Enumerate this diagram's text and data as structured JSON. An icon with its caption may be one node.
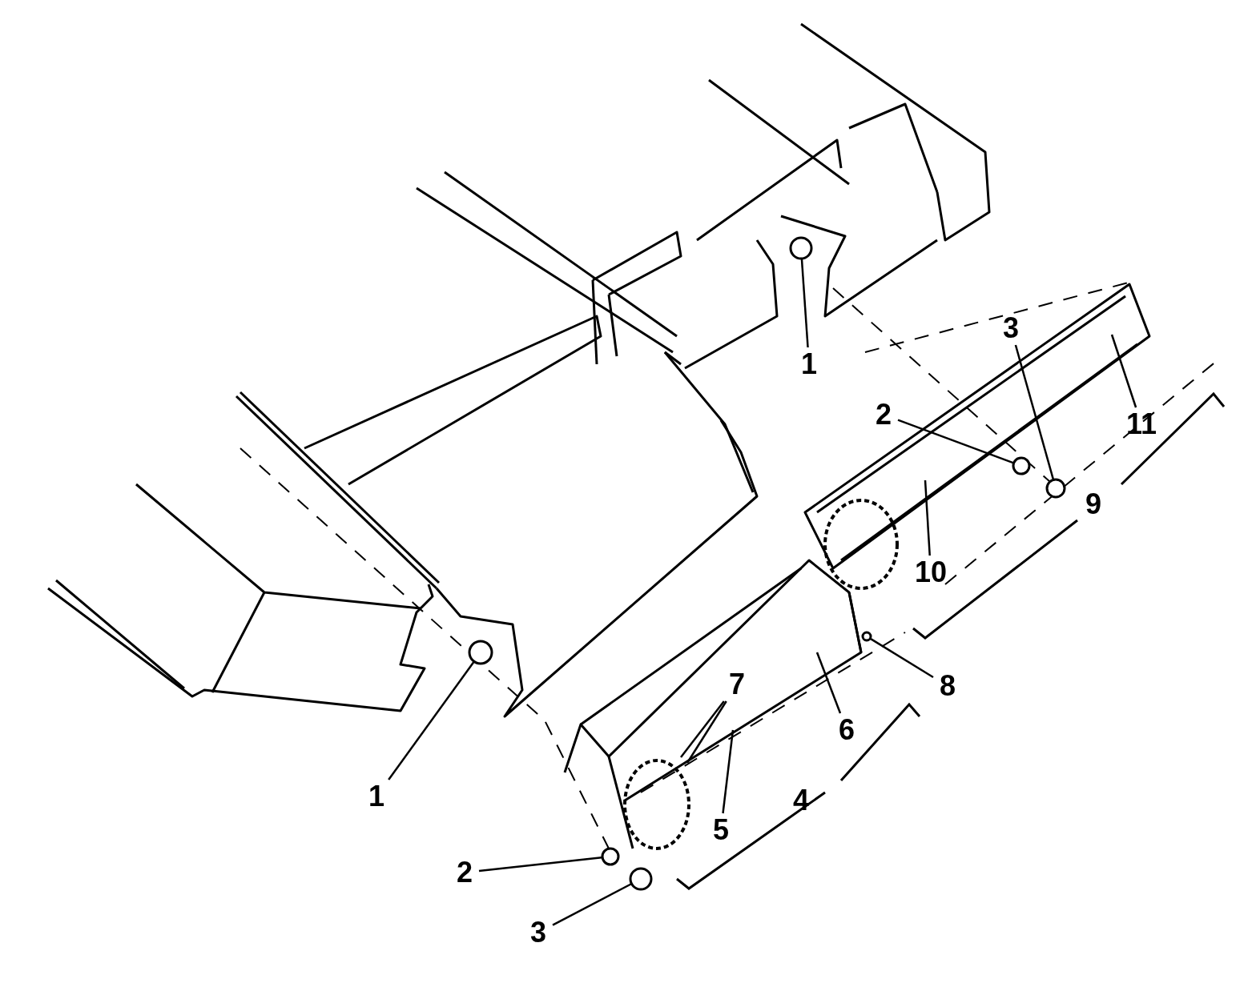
{
  "diagram": {
    "nodes": [
      {
        "text": [
          "3"
        ]
      },
      {
        "text": [
          "1"
        ]
      },
      {
        "text": [
          "2"
        ]
      },
      {
        "text": [
          "11"
        ]
      },
      {
        "text": [
          "10"
        ]
      },
      {
        "text": [
          "7"
        ]
      },
      {
        "text": [
          "8"
        ]
      },
      {
        "text": [
          "6"
        ]
      },
      {
        "text": [
          "1"
        ]
      },
      {
        "text": [
          "5"
        ]
      },
      {
        "text": [
          "2"
        ]
      },
      {
        "text": [
          "3"
        ]
      },
      {
        "text": [],
        "shape": "circle"
      },
      {
        "text": [],
        "shape": "circle"
      },
      {
        "text": [],
        "shape": "circle"
      },
      {
        "text": [],
        "shape": "circle"
      },
      {
        "text": [],
        "shape": "circle"
      },
      {
        "text": [],
        "shape": "circle"
      },
      {
        "text": [],
        "shape": "circle"
      }
    ],
    "edges": [
      {
        "from": 0,
        "to": 14,
        "arrow": "none"
      },
      {
        "from": 1,
        "to": 12,
        "arrow": "none"
      },
      {
        "from": 2,
        "to": 13,
        "arrow": "none"
      },
      {
        "from": 3,
        "to": null,
        "arrow": "none"
      },
      {
        "from": 4,
        "to": null,
        "arrow": "none"
      },
      {
        "from": 5,
        "to": null,
        "arrow": "none"
      },
      {
        "from": 5,
        "to": null,
        "arrow": "none"
      },
      {
        "from": 6,
        "to": 15,
        "arrow": "none"
      },
      {
        "from": 7,
        "to": null,
        "arrow": "none"
      },
      {
        "from": 8,
        "to": 16,
        "arrow": "none"
      },
      {
        "from": 9,
        "to": null,
        "arrow": "none"
      },
      {
        "from": 10,
        "to": 17,
        "arrow": "none"
      },
      {
        "from": 11,
        "to": 18,
        "arrow": "none"
      }
    ],
    "labels": [
      "9",
      "4"
    ]
  }
}
